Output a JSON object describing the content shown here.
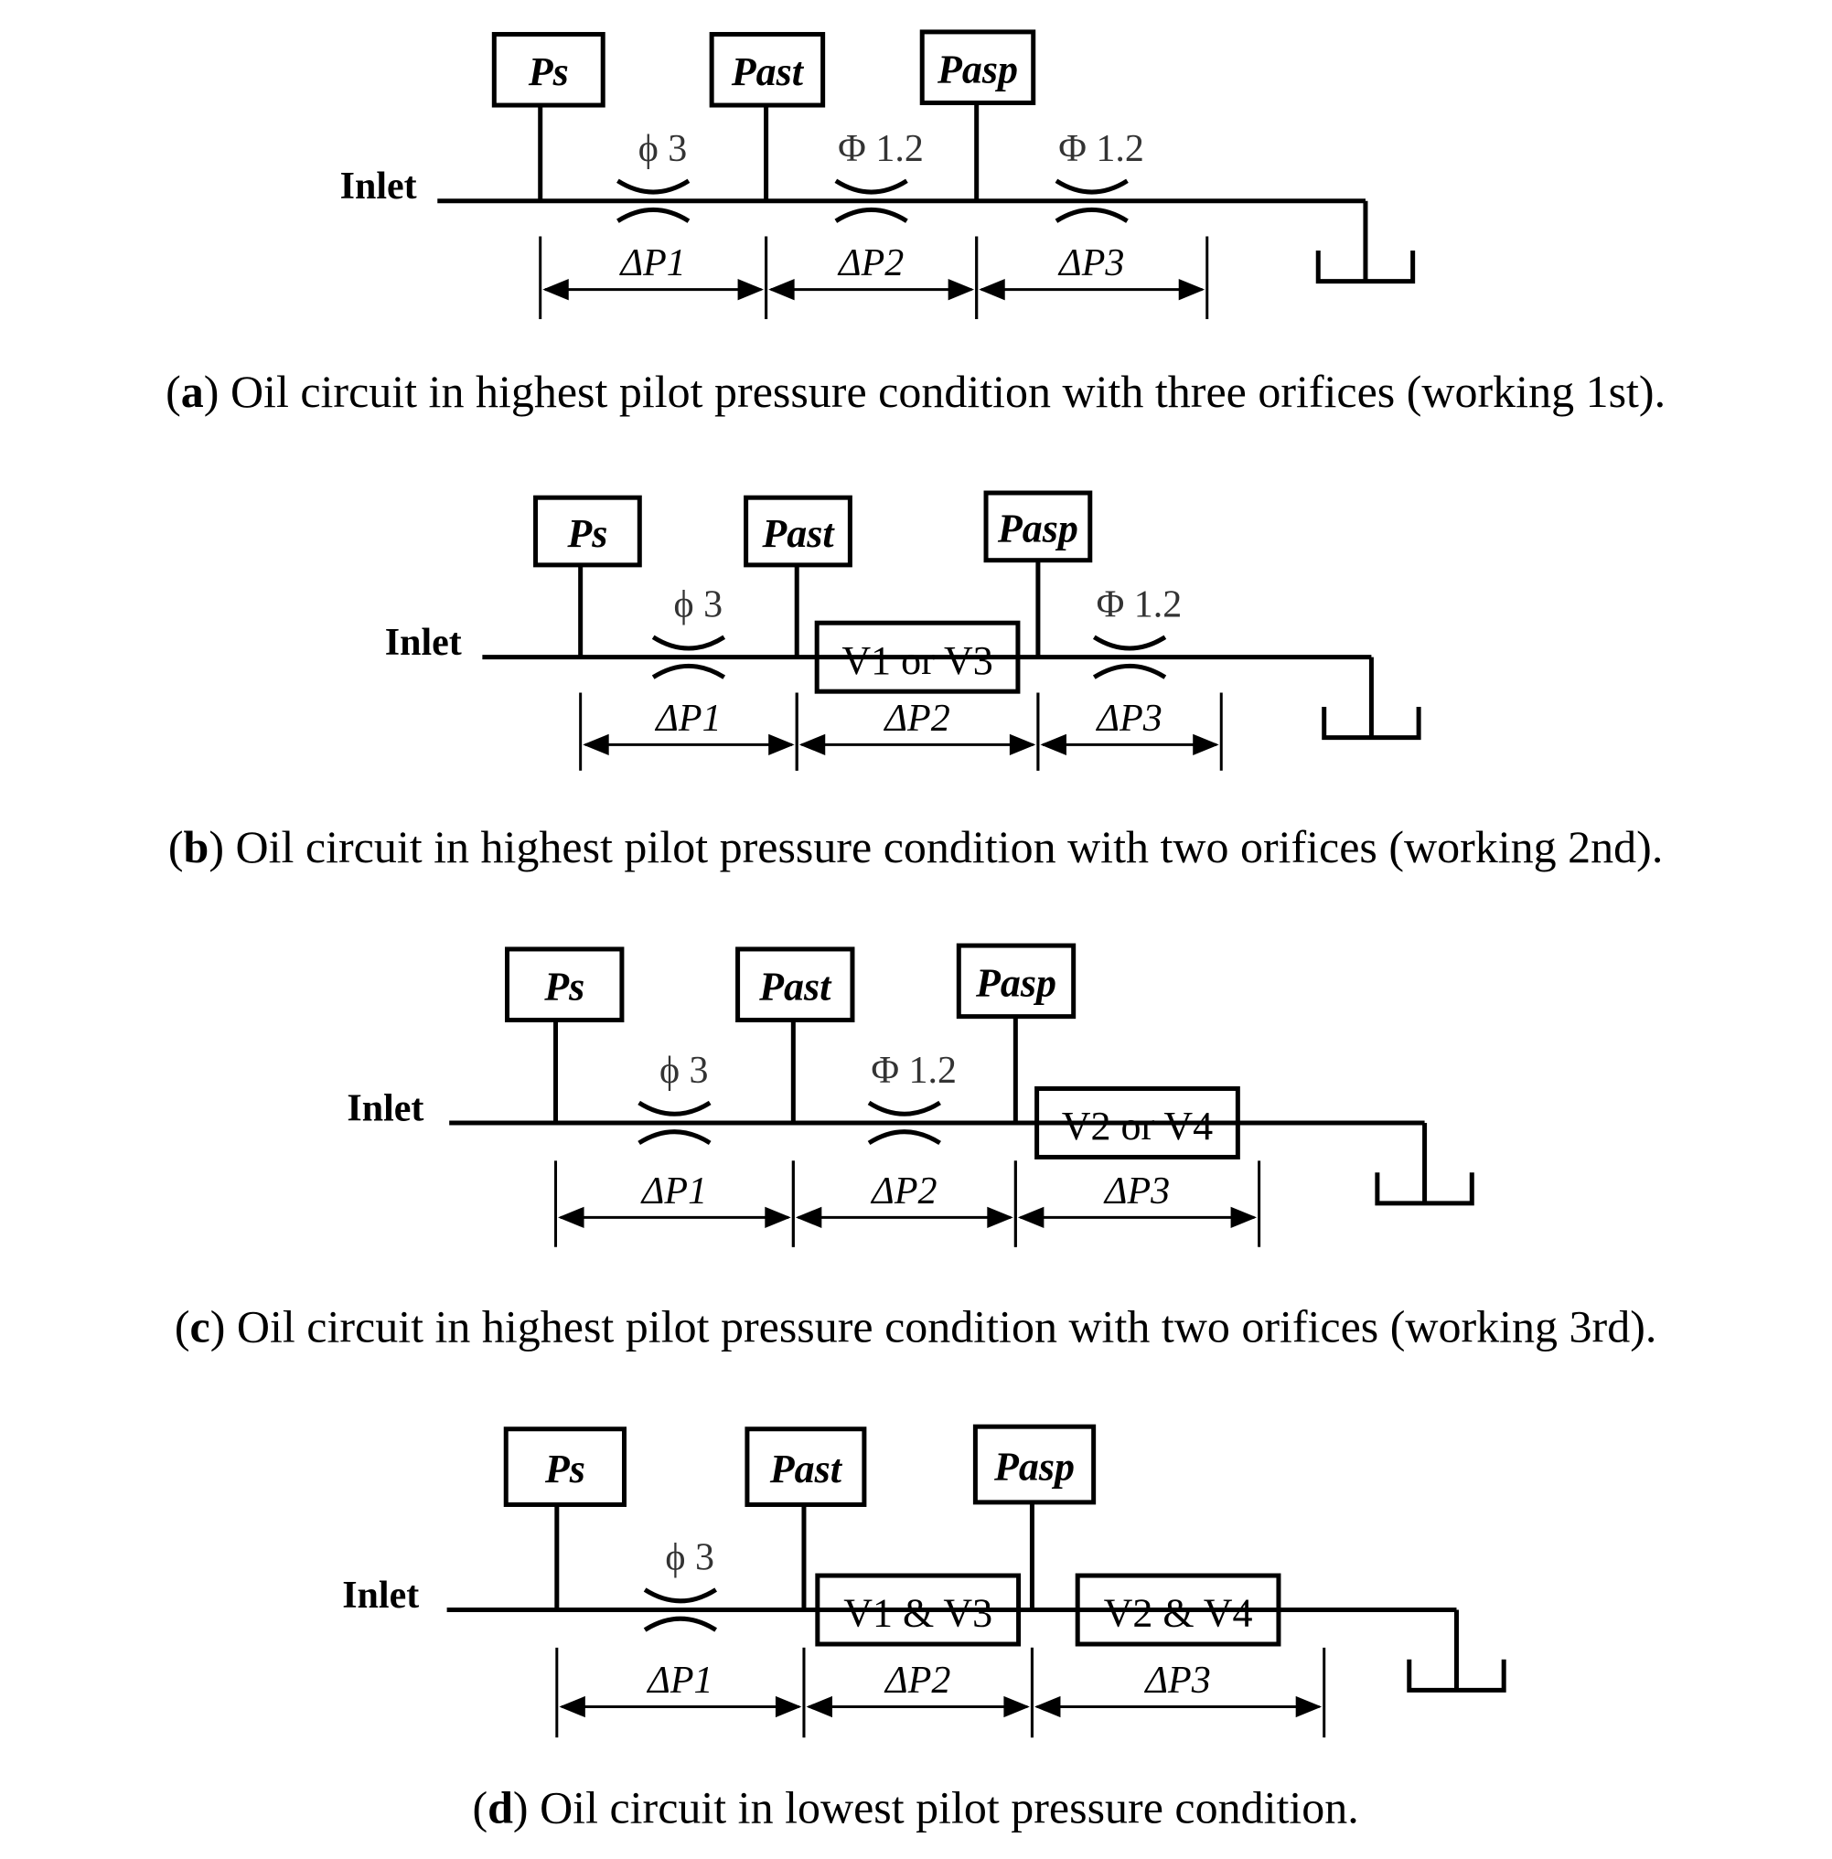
{
  "common": {
    "inlet": "Inlet",
    "ps": "Ps",
    "past": "Past",
    "pasp": "Pasp",
    "dp1": "ΔP1",
    "dp2": "ΔP2",
    "dp3": "ΔP3"
  },
  "panels": [
    {
      "id": "a",
      "caption_letter": "a",
      "caption_text": ") Oil circuit in highest pilot pressure condition with three orifices (working 1st).",
      "segments": [
        {
          "kind": "orifice",
          "label": "ϕ 3"
        },
        {
          "kind": "orifice",
          "label": "Φ 1.2"
        },
        {
          "kind": "orifice",
          "label": "Φ 1.2"
        }
      ]
    },
    {
      "id": "b",
      "caption_letter": "b",
      "caption_text": ") Oil circuit in highest pilot pressure condition with two orifices (working 2nd).",
      "segments": [
        {
          "kind": "orifice",
          "label": "ϕ 3"
        },
        {
          "kind": "valve",
          "label": "V1 or V3"
        },
        {
          "kind": "orifice",
          "label": "Φ 1.2"
        }
      ]
    },
    {
      "id": "c",
      "caption_letter": "c",
      "caption_text": ") Oil circuit in highest pilot pressure condition with two orifices (working 3rd).",
      "segments": [
        {
          "kind": "orifice",
          "label": "ϕ 3"
        },
        {
          "kind": "orifice",
          "label": "Φ 1.2"
        },
        {
          "kind": "valve",
          "label": "V2 or V4"
        }
      ]
    },
    {
      "id": "d",
      "caption_letter": "d",
      "caption_text": ") Oil circuit in lowest pilot pressure condition.",
      "segments": [
        {
          "kind": "orifice",
          "label": "ϕ 3"
        },
        {
          "kind": "valve",
          "label": "V1 & V3"
        },
        {
          "kind": "valve",
          "label": "V2 & V4"
        }
      ]
    }
  ]
}
